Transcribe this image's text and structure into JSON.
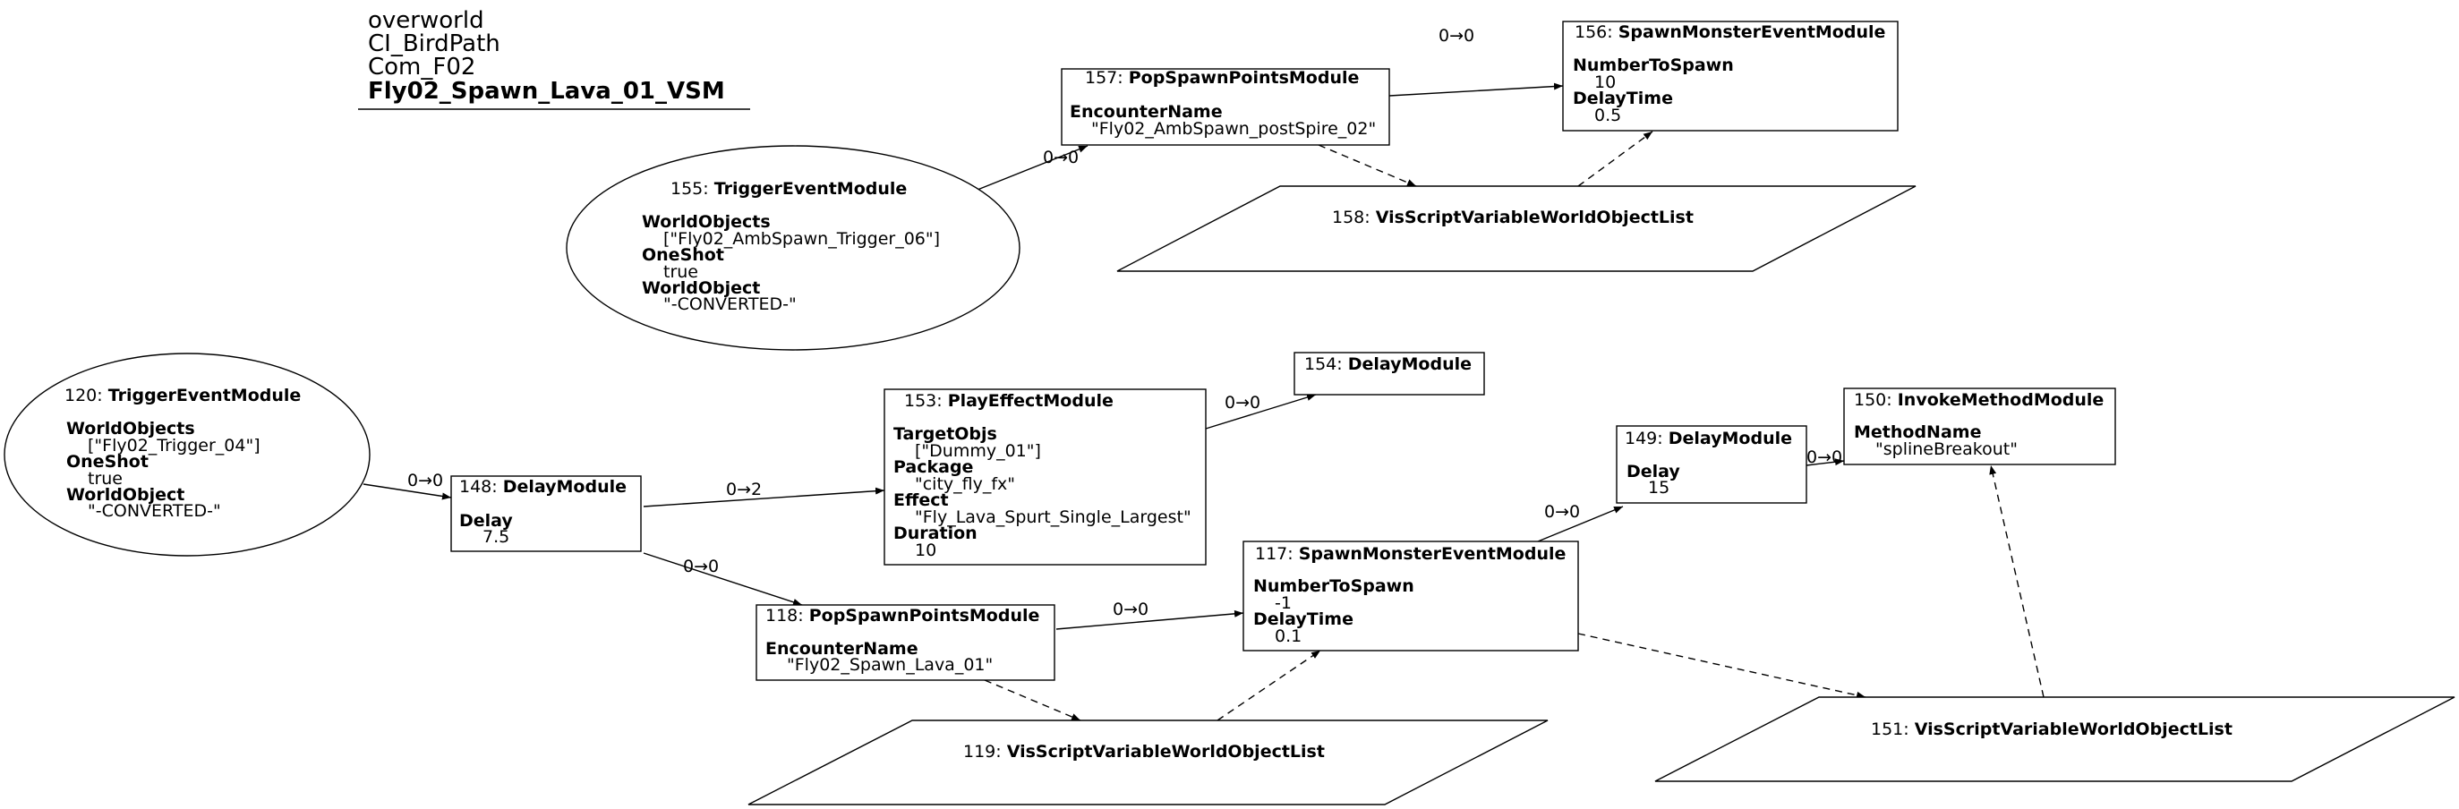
{
  "header": {
    "lines": [
      "overworld",
      "CI_BirdPath",
      "Com_F02"
    ],
    "name": "Fly02_Spawn_Lava_01_VSM"
  },
  "nodes": {
    "n155": {
      "id": "155: ",
      "type": "TriggerEventModule",
      "props": [
        {
          "key": "WorldObjects",
          "value": "[\"Fly02_AmbSpawn_Trigger_06\"]"
        },
        {
          "key": "OneShot",
          "value": "true"
        },
        {
          "key": "WorldObject",
          "value": "\"-CONVERTED-\""
        }
      ]
    },
    "n157": {
      "id": "157: ",
      "type": "PopSpawnPointsModule",
      "props": [
        {
          "key": "EncounterName",
          "value": "\"Fly02_AmbSpawn_postSpire_02\""
        }
      ]
    },
    "n156": {
      "id": "156: ",
      "type": "SpawnMonsterEventModule",
      "props": [
        {
          "key": "NumberToSpawn",
          "value": "10"
        },
        {
          "key": "DelayTime",
          "value": "0.5"
        }
      ]
    },
    "n158": {
      "id": "158: ",
      "type": "VisScriptVariableWorldObjectList"
    },
    "n120": {
      "id": "120: ",
      "type": "TriggerEventModule",
      "props": [
        {
          "key": "WorldObjects",
          "value": "[\"Fly02_Trigger_04\"]"
        },
        {
          "key": "OneShot",
          "value": "true"
        },
        {
          "key": "WorldObject",
          "value": "\"-CONVERTED-\""
        }
      ]
    },
    "n148": {
      "id": "148: ",
      "type": "DelayModule",
      "props": [
        {
          "key": "Delay",
          "value": "7.5"
        }
      ]
    },
    "n153": {
      "id": "153: ",
      "type": "PlayEffectModule",
      "props": [
        {
          "key": "TargetObjs",
          "value": "[\"Dummy_01\"]"
        },
        {
          "key": "Package",
          "value": "\"city_fly_fx\""
        },
        {
          "key": "Effect",
          "value": "\"Fly_Lava_Spurt_Single_Largest\""
        },
        {
          "key": "Duration",
          "value": "10"
        }
      ]
    },
    "n154": {
      "id": "154: ",
      "type": "DelayModule"
    },
    "n118": {
      "id": "118: ",
      "type": "PopSpawnPointsModule",
      "props": [
        {
          "key": "EncounterName",
          "value": "\"Fly02_Spawn_Lava_01\""
        }
      ]
    },
    "n117": {
      "id": "117: ",
      "type": "SpawnMonsterEventModule",
      "props": [
        {
          "key": "NumberToSpawn",
          "value": "-1"
        },
        {
          "key": "DelayTime",
          "value": "0.1"
        }
      ]
    },
    "n149": {
      "id": "149: ",
      "type": "DelayModule",
      "props": [
        {
          "key": "Delay",
          "value": "15"
        }
      ]
    },
    "n150": {
      "id": "150: ",
      "type": "InvokeMethodModule",
      "props": [
        {
          "key": "MethodName",
          "value": "\"splineBreakout\""
        }
      ]
    },
    "n119": {
      "id": "119: ",
      "type": "VisScriptVariableWorldObjectList"
    },
    "n151": {
      "id": "151: ",
      "type": "VisScriptVariableWorldObjectList"
    }
  },
  "edges": {
    "e155_157": "0→0",
    "e157_156": "0→0",
    "e120_148": "0→0",
    "e148_153": "0→2",
    "e153_154": "0→0",
    "e148_118": "0→0",
    "e118_117": "0→0",
    "e117_149": "0→0",
    "e149_150": "0→0"
  }
}
